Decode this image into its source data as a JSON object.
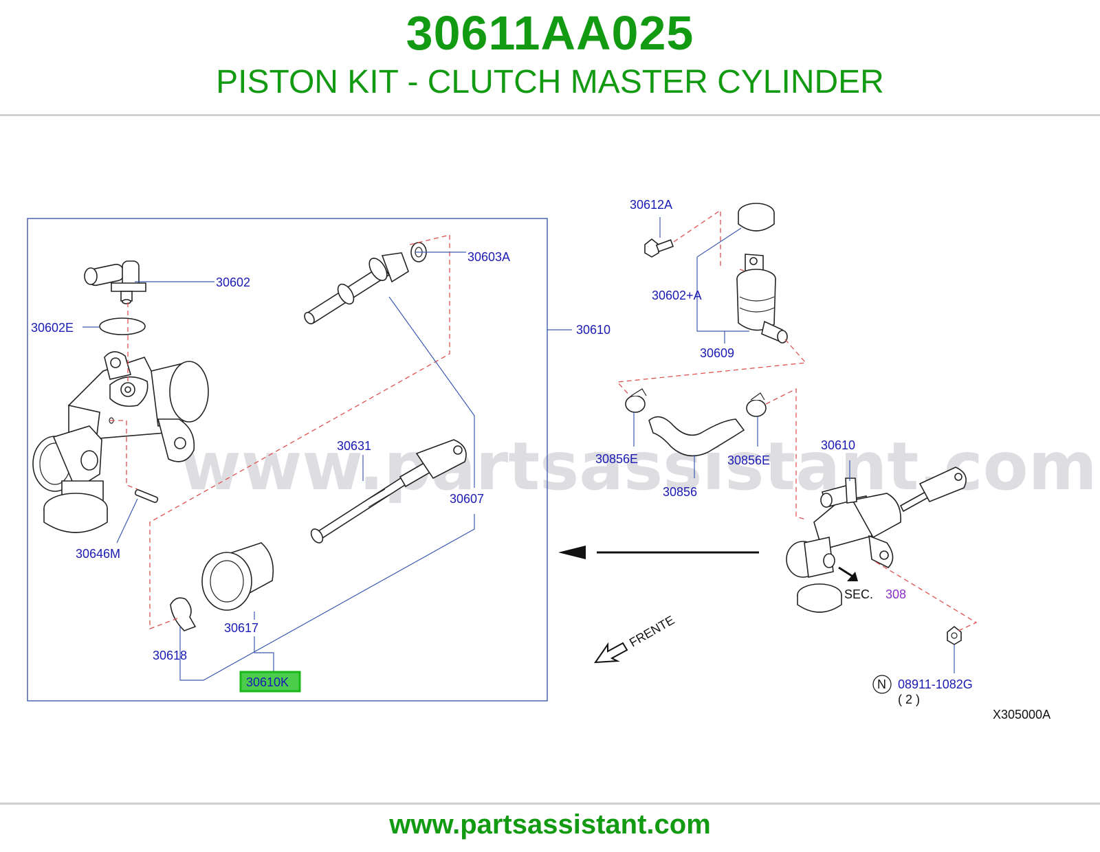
{
  "header": {
    "part_number": "30611AA025",
    "part_title": "PISTON KIT - CLUTCH MASTER CYLINDER"
  },
  "footer": {
    "url": "www.partsassistant.com"
  },
  "watermark": "www.partsassistant.com",
  "colors": {
    "title_green": "#129a12",
    "label_blue": "#1a1ab4",
    "highlight_green": "#1fc81f",
    "dashed_red": "#e05050",
    "sec_purple": "#8a2fc8"
  },
  "labels": {
    "l30602": "30602",
    "l30603A": "30603A",
    "l30602E": "30602E",
    "l30610_box": "30610",
    "l30631": "30631",
    "l30607": "30607",
    "l30646M": "30646M",
    "l30617": "30617",
    "l30618": "30618",
    "l30610K": "30610K",
    "l30612A": "30612A",
    "l30602A": "30602+A",
    "l30609": "30609",
    "l30856E_left": "30856E",
    "l30856E_right": "30856E",
    "l30856": "30856",
    "l30610_right": "30610",
    "sec_text": "SEC.",
    "sec_num": "308",
    "n_mark": "N",
    "l08911": "08911-1082G",
    "qty": "( 2 )",
    "diagram_code": "X305000A",
    "frente": "FRENTE"
  }
}
